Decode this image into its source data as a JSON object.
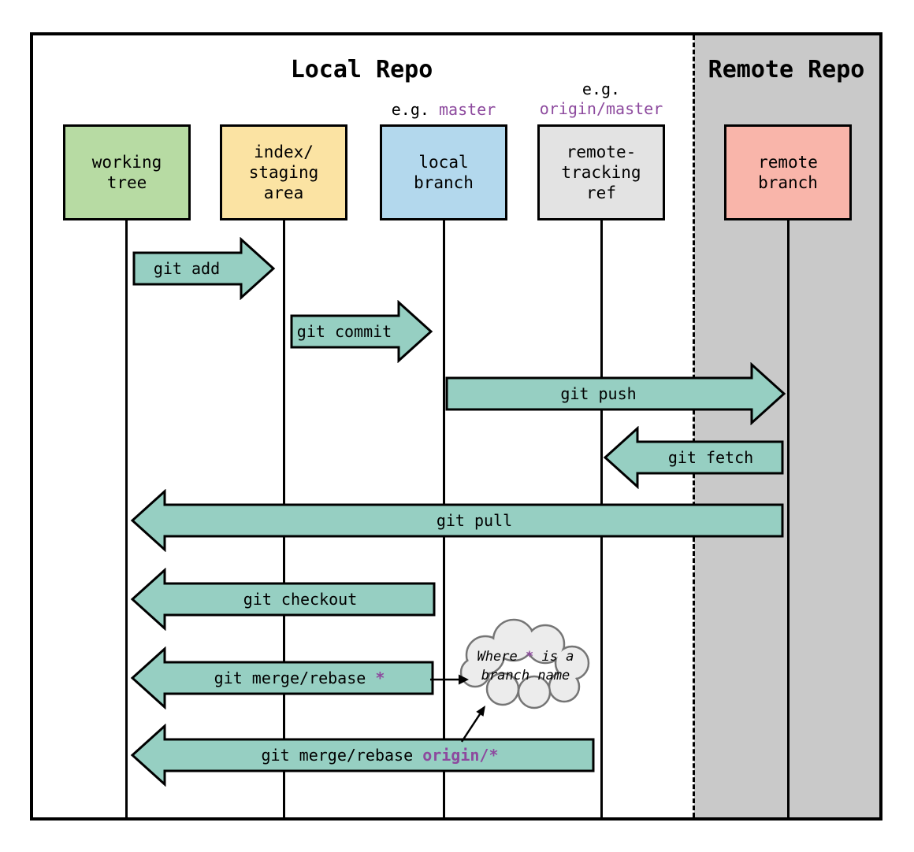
{
  "colors": {
    "arrow_fill": "#96cfc2",
    "remote_region_bg": "#c9c9c9",
    "purple_accent": "#8d4a9e",
    "working_tree_bg": "#b7dba3",
    "index_staging_bg": "#fbe3a3",
    "local_branch_bg": "#b3d8ed",
    "remote_tracking_bg": "#e3e3e3",
    "remote_branch_bg": "#f9b5aa",
    "cloud_bg": "#ececec",
    "cloud_border": "#757575"
  },
  "diagram": {
    "local_repo_title": "Local Repo",
    "remote_repo_title": "Remote Repo",
    "eg_local": {
      "prefix": "e.g. ",
      "value": "master"
    },
    "eg_remote": {
      "prefix": "e.g.",
      "value": "origin/master"
    },
    "columns": [
      {
        "name": "working-tree",
        "lines": [
          "working",
          "tree"
        ]
      },
      {
        "name": "index-staging-area",
        "lines": [
          "index/",
          "staging",
          "area"
        ]
      },
      {
        "name": "local-branch",
        "lines": [
          "local",
          "branch"
        ]
      },
      {
        "name": "remote-tracking-ref",
        "lines": [
          "remote-",
          "tracking",
          "ref"
        ]
      },
      {
        "name": "remote-branch",
        "lines": [
          "remote",
          "branch"
        ]
      }
    ],
    "arrows": {
      "add": {
        "label": "git add",
        "direction": "right",
        "from": "working-tree",
        "to": "index-staging-area"
      },
      "commit": {
        "label": "git commit",
        "direction": "right",
        "from": "index-staging-area",
        "to": "local-branch"
      },
      "push": {
        "label": "git push",
        "direction": "right",
        "from": "local-branch",
        "to": "remote-branch"
      },
      "fetch": {
        "label": "git fetch",
        "direction": "left",
        "from": "remote-branch",
        "to": "remote-tracking-ref"
      },
      "pull": {
        "label": "git pull",
        "direction": "left",
        "from": "remote-branch",
        "to": "working-tree"
      },
      "checkout": {
        "label": "git checkout",
        "direction": "left",
        "from": "local-branch",
        "to": "working-tree"
      },
      "merge_star": {
        "label": "git merge/rebase ",
        "suffix": "*",
        "direction": "left",
        "from": "local-branch",
        "to": "working-tree"
      },
      "merge_origin": {
        "label": "git merge/rebase ",
        "suffix": "origin/*",
        "direction": "left",
        "from": "remote-tracking-ref",
        "to": "working-tree"
      }
    },
    "cloud": {
      "line1_pre": "Where ",
      "line1_star": "*",
      "line1_post": " is a",
      "line2": "branch name"
    }
  }
}
